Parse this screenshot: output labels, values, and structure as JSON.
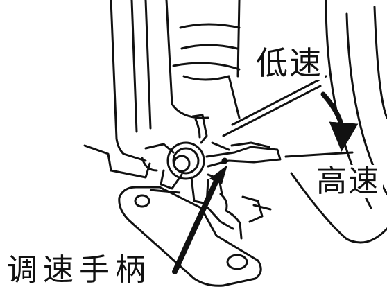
{
  "labels": {
    "low_speed": "低速",
    "high_speed": "高速",
    "speed_handle": "调速手柄"
  },
  "colors": {
    "ink": "#111111",
    "paper": "#ffffff"
  }
}
